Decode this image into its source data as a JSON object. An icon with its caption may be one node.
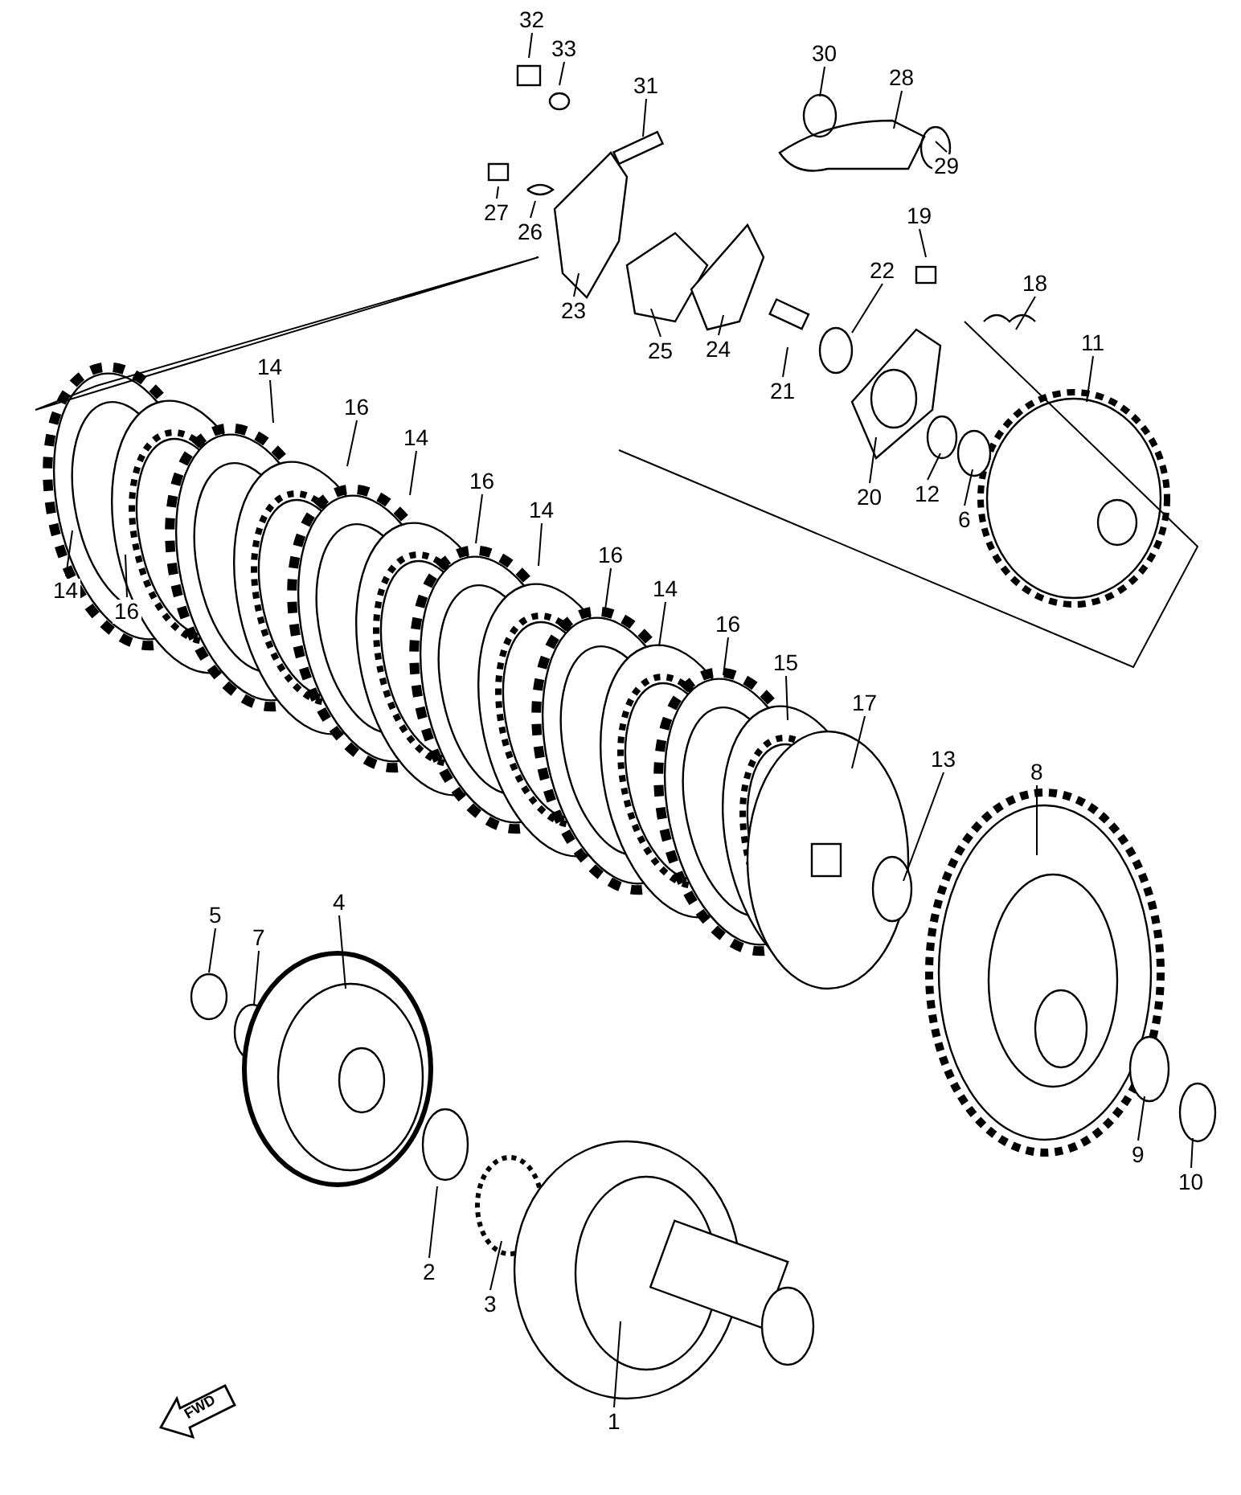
{
  "diagram": {
    "nodes": [
      {
        "text": [
          "32"
        ]
      },
      {
        "text": [
          "33"
        ]
      },
      {
        "text": [
          "31"
        ]
      },
      {
        "text": [
          "30"
        ]
      },
      {
        "text": [
          "28"
        ]
      },
      {
        "text": [
          "29"
        ]
      },
      {
        "text": [
          "27"
        ]
      },
      {
        "text": [
          "26"
        ]
      },
      {
        "text": [
          "19"
        ]
      },
      {
        "text": [
          "23"
        ]
      },
      {
        "text": [
          "22"
        ]
      },
      {
        "text": [
          "18"
        ]
      },
      {
        "text": [
          "11"
        ]
      },
      {
        "text": [
          "25"
        ]
      },
      {
        "text": [
          "24"
        ]
      },
      {
        "text": [
          "21"
        ]
      },
      {
        "text": [
          "14"
        ]
      },
      {
        "text": [
          "16"
        ]
      },
      {
        "text": [
          "14"
        ]
      },
      {
        "text": [
          "16"
        ]
      },
      {
        "text": [
          "20"
        ]
      },
      {
        "text": [
          "12"
        ]
      },
      {
        "text": [
          "6"
        ]
      },
      {
        "text": [
          "14"
        ]
      },
      {
        "text": [
          "16"
        ]
      },
      {
        "text": [
          "14"
        ]
      },
      {
        "text": [
          "16"
        ]
      },
      {
        "text": [
          "14"
        ]
      },
      {
        "text": [
          "16"
        ]
      },
      {
        "text": [
          "15"
        ]
      },
      {
        "text": [
          "17"
        ]
      },
      {
        "text": [
          "13"
        ]
      },
      {
        "text": [
          "8"
        ]
      },
      {
        "text": [
          "5"
        ]
      },
      {
        "text": [
          "7"
        ]
      },
      {
        "text": [
          "4"
        ]
      },
      {
        "text": [
          "9"
        ]
      },
      {
        "text": [
          "10"
        ]
      },
      {
        "text": [
          "2"
        ]
      },
      {
        "text": [
          "3"
        ]
      },
      {
        "text": [
          "1"
        ]
      }
    ],
    "edges": [
      {
        "from": 0,
        "to": null,
        "arrow": "none"
      },
      {
        "from": 1,
        "to": null,
        "arrow": "none"
      },
      {
        "from": 2,
        "to": null,
        "arrow": "none"
      },
      {
        "from": 3,
        "to": null,
        "arrow": "none"
      },
      {
        "from": 4,
        "to": null,
        "arrow": "none"
      },
      {
        "from": 5,
        "to": null,
        "arrow": "none"
      },
      {
        "from": 6,
        "to": null,
        "arrow": "none"
      },
      {
        "from": 7,
        "to": null,
        "arrow": "none"
      },
      {
        "from": 8,
        "to": null,
        "arrow": "none"
      },
      {
        "from": 9,
        "to": null,
        "arrow": "none"
      },
      {
        "from": 10,
        "to": null,
        "arrow": "none"
      },
      {
        "from": 11,
        "to": null,
        "arrow": "none"
      },
      {
        "from": 12,
        "to": null,
        "arrow": "none"
      },
      {
        "from": 13,
        "to": null,
        "arrow": "none"
      },
      {
        "from": 14,
        "to": null,
        "arrow": "none"
      },
      {
        "from": 15,
        "to": null,
        "arrow": "none"
      },
      {
        "from": 16,
        "to": null,
        "arrow": "none"
      },
      {
        "from": 17,
        "to": null,
        "arrow": "none"
      },
      {
        "from": 18,
        "to": null,
        "arrow": "none"
      },
      {
        "from": 19,
        "to": null,
        "arrow": "none"
      },
      {
        "from": 20,
        "to": null,
        "arrow": "none"
      },
      {
        "from": 21,
        "to": null,
        "arrow": "none"
      },
      {
        "from": 22,
        "to": null,
        "arrow": "none"
      },
      {
        "from": 23,
        "to": null,
        "arrow": "none"
      },
      {
        "from": 24,
        "to": null,
        "arrow": "none"
      },
      {
        "from": 25,
        "to": null,
        "arrow": "none"
      },
      {
        "from": 26,
        "to": null,
        "arrow": "none"
      },
      {
        "from": 27,
        "to": null,
        "arrow": "none"
      },
      {
        "from": 28,
        "to": null,
        "arrow": "none"
      },
      {
        "from": 29,
        "to": null,
        "arrow": "none"
      },
      {
        "from": 30,
        "to": null,
        "arrow": "none"
      },
      {
        "from": 31,
        "to": null,
        "arrow": "none"
      },
      {
        "from": 32,
        "to": null,
        "arrow": "none"
      },
      {
        "from": 33,
        "to": null,
        "arrow": "none"
      },
      {
        "from": 34,
        "to": null,
        "arrow": "none"
      },
      {
        "from": 35,
        "to": null,
        "arrow": "none"
      },
      {
        "from": 36,
        "to": null,
        "arrow": "none"
      },
      {
        "from": 37,
        "to": null,
        "arrow": "none"
      },
      {
        "from": 38,
        "to": null,
        "arrow": "none"
      },
      {
        "from": 39,
        "to": null,
        "arrow": "none"
      },
      {
        "from": 40,
        "to": null,
        "arrow": "none"
      }
    ],
    "labels": [
      "FWD"
    ]
  }
}
